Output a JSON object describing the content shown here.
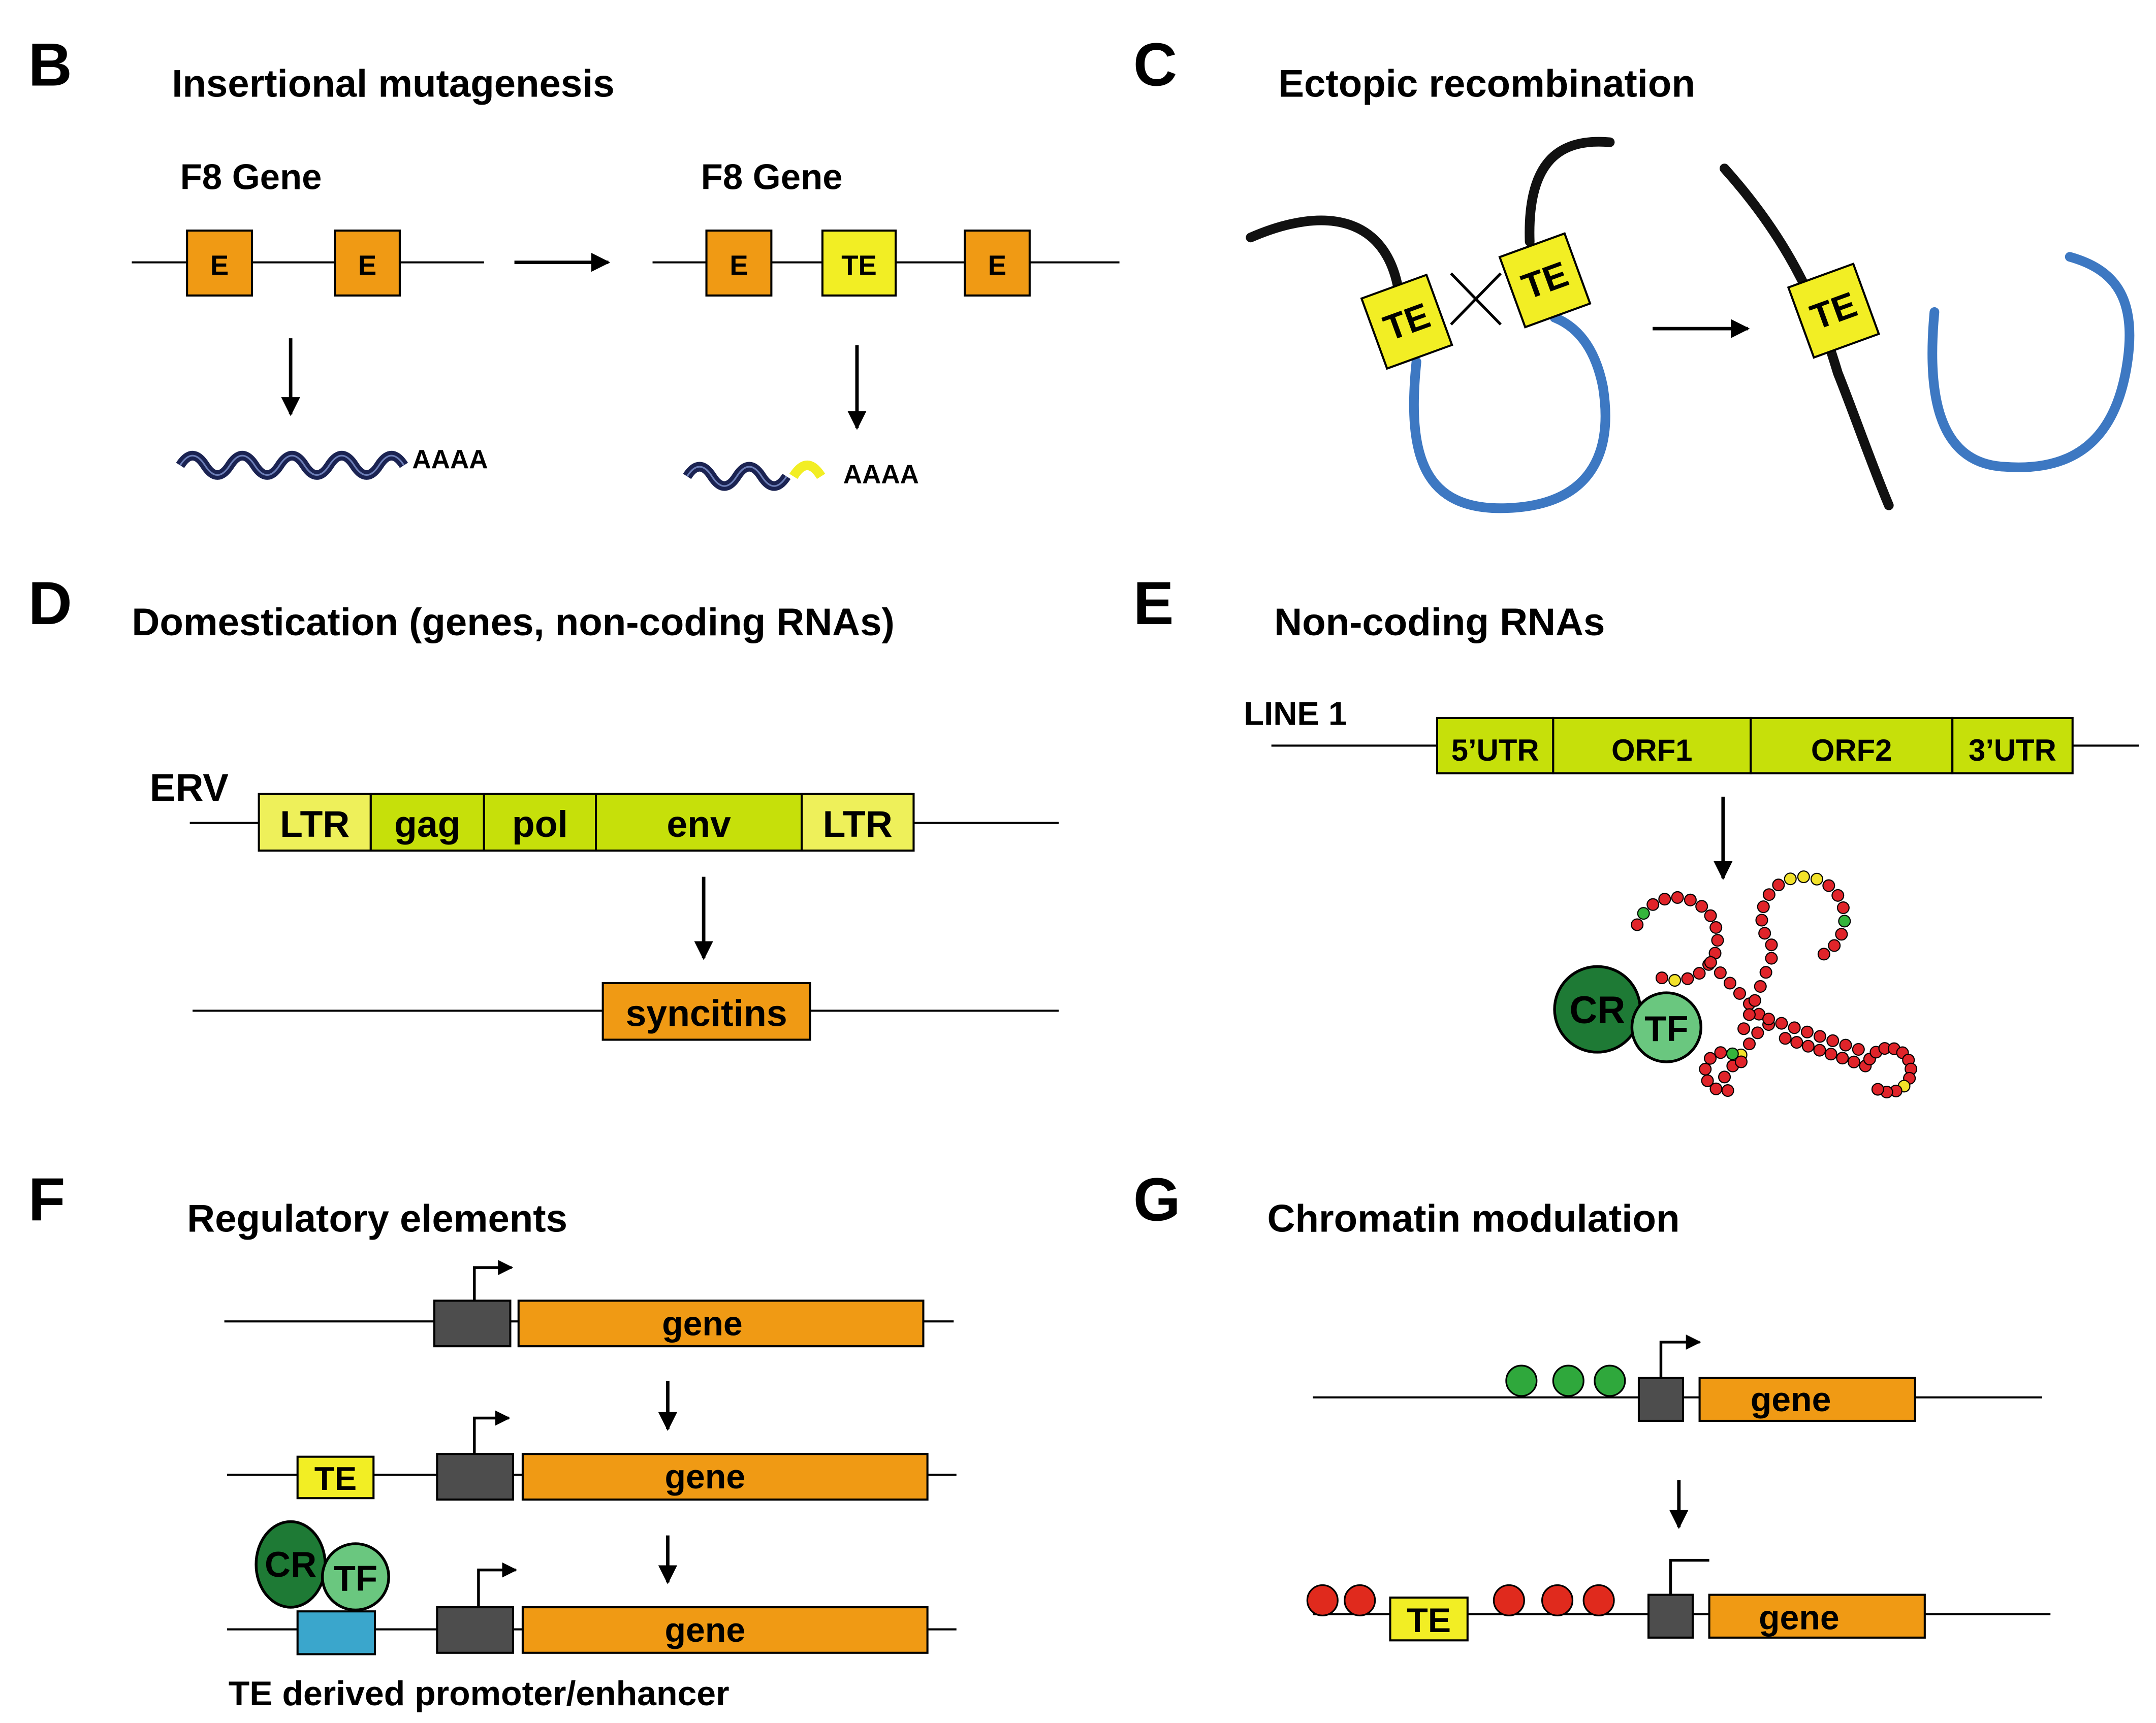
{
  "panels": {
    "B": {
      "letter": "B",
      "title": "Insertional mutagenesis",
      "gene_label_1": "F8 Gene",
      "gene_label_2": "F8 Gene",
      "exon": "E",
      "te": "TE",
      "polyA": "AAAA"
    },
    "C": {
      "letter": "C",
      "title": "Ectopic recombination",
      "te": "TE"
    },
    "D": {
      "letter": "D",
      "title": "Domestication (genes, non-coding RNAs)",
      "element": "ERV",
      "segments": [
        "LTR",
        "gag",
        "pol",
        "env",
        "LTR"
      ],
      "product": "syncitins"
    },
    "E": {
      "letter": "E",
      "title": "Non-coding RNAs",
      "element": "LINE 1",
      "segments": [
        "5’UTR",
        "ORF1",
        "ORF2",
        "3’UTR"
      ],
      "cr": "CR",
      "tf": "TF"
    },
    "F": {
      "letter": "F",
      "title": "Regulatory elements",
      "gene": "gene",
      "te": "TE",
      "cr": "CR",
      "tf": "TF",
      "caption": "TE derived promoter/enhancer"
    },
    "G": {
      "letter": "G",
      "title": "Chromatin modulation",
      "gene": "gene",
      "te": "TE"
    }
  },
  "colors": {
    "exon_orange": "#f09a14",
    "te_yellow": "#f2ee24",
    "ltr_yellow": "#eef05a",
    "orf_green": "#c6e00a",
    "dark_gray": "#4d4d4d",
    "blue_strand": "#3d78c2",
    "cr_green": "#1e7a35",
    "tf_green": "#6ac77f",
    "promoter_blue": "#3aa6cc",
    "nucleosome_red": "#e02a1d",
    "nucleosome_green": "#2fa83c",
    "rna_red": "#e0242a",
    "rna_yellow": "#f2e22a",
    "rna_green": "#35b53c"
  }
}
